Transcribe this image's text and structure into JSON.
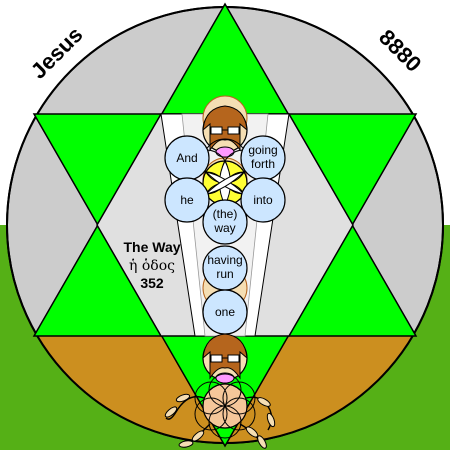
{
  "corner_left": "Jesus",
  "corner_right": "8880",
  "words": {
    "and": "And",
    "going": "going",
    "forth": "forth",
    "he": "he",
    "into": "into",
    "the": "(the)",
    "way": "way",
    "having": "having",
    "run": "run",
    "one": "one"
  },
  "label": {
    "title": "The Way",
    "greek": "ἡ ὁδος",
    "number": "352"
  },
  "colors": {
    "star_green": "#00ff00",
    "circle_gray": "#cccccc",
    "lower_brown": "#cc8f1f",
    "ground_green": "#55b016",
    "hexagon_light": "#e0e0e0",
    "pillar_white": "#ffffff",
    "bubble_fill": "#f5deb3",
    "bubble_blue": "#cce6ff",
    "seed_yellow": "#ffff33"
  }
}
